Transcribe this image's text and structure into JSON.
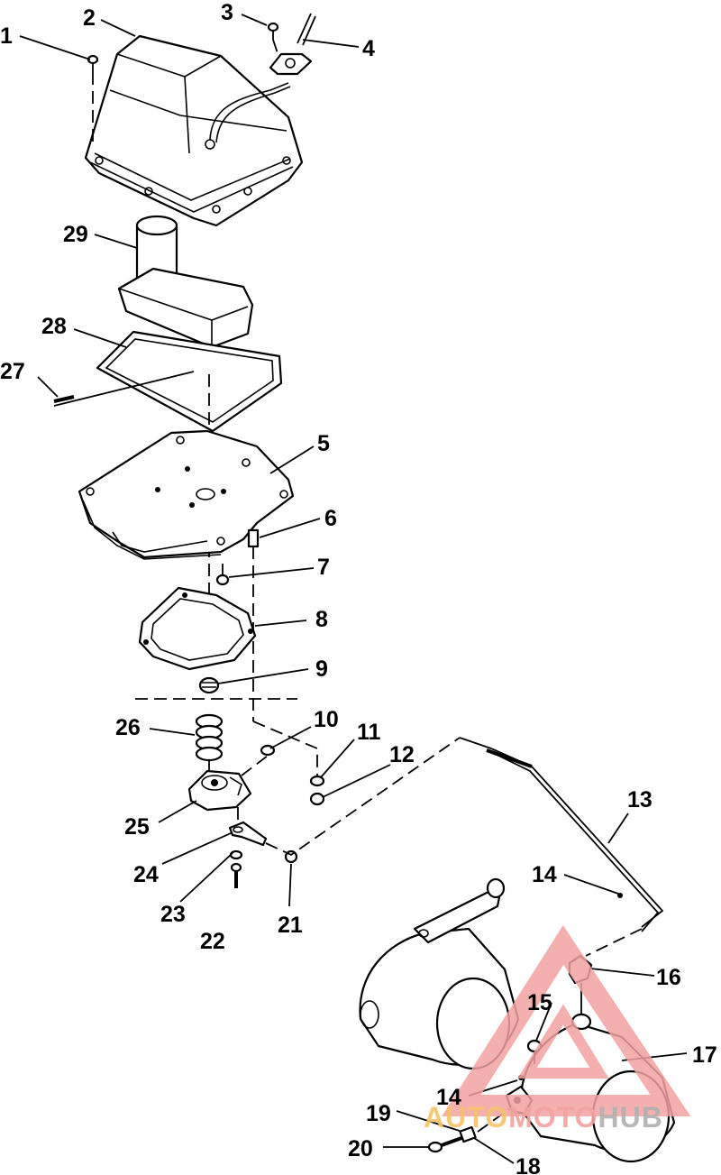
{
  "callouts": {
    "c1": "1",
    "c2": "2",
    "c3": "3",
    "c4": "4",
    "c5": "5",
    "c6": "6",
    "c7": "7",
    "c8": "8",
    "c9": "9",
    "c10": "10",
    "c11": "11",
    "c12": "12",
    "c13": "13",
    "c14a": "14",
    "c14b": "14",
    "c15": "15",
    "c16": "16",
    "c17": "17",
    "c18": "18",
    "c19": "19",
    "c20": "20",
    "c21": "21",
    "c22": "22",
    "c23": "23",
    "c24": "24",
    "c25": "25",
    "c26": "26",
    "c27": "27",
    "c28": "28",
    "c29": "29"
  },
  "watermark": {
    "part1": "AUTO",
    "part2": "MOTO",
    "part3": "HUB",
    "color_primary": "#f2a3a0",
    "color_secondary": "#b0b0b0"
  }
}
